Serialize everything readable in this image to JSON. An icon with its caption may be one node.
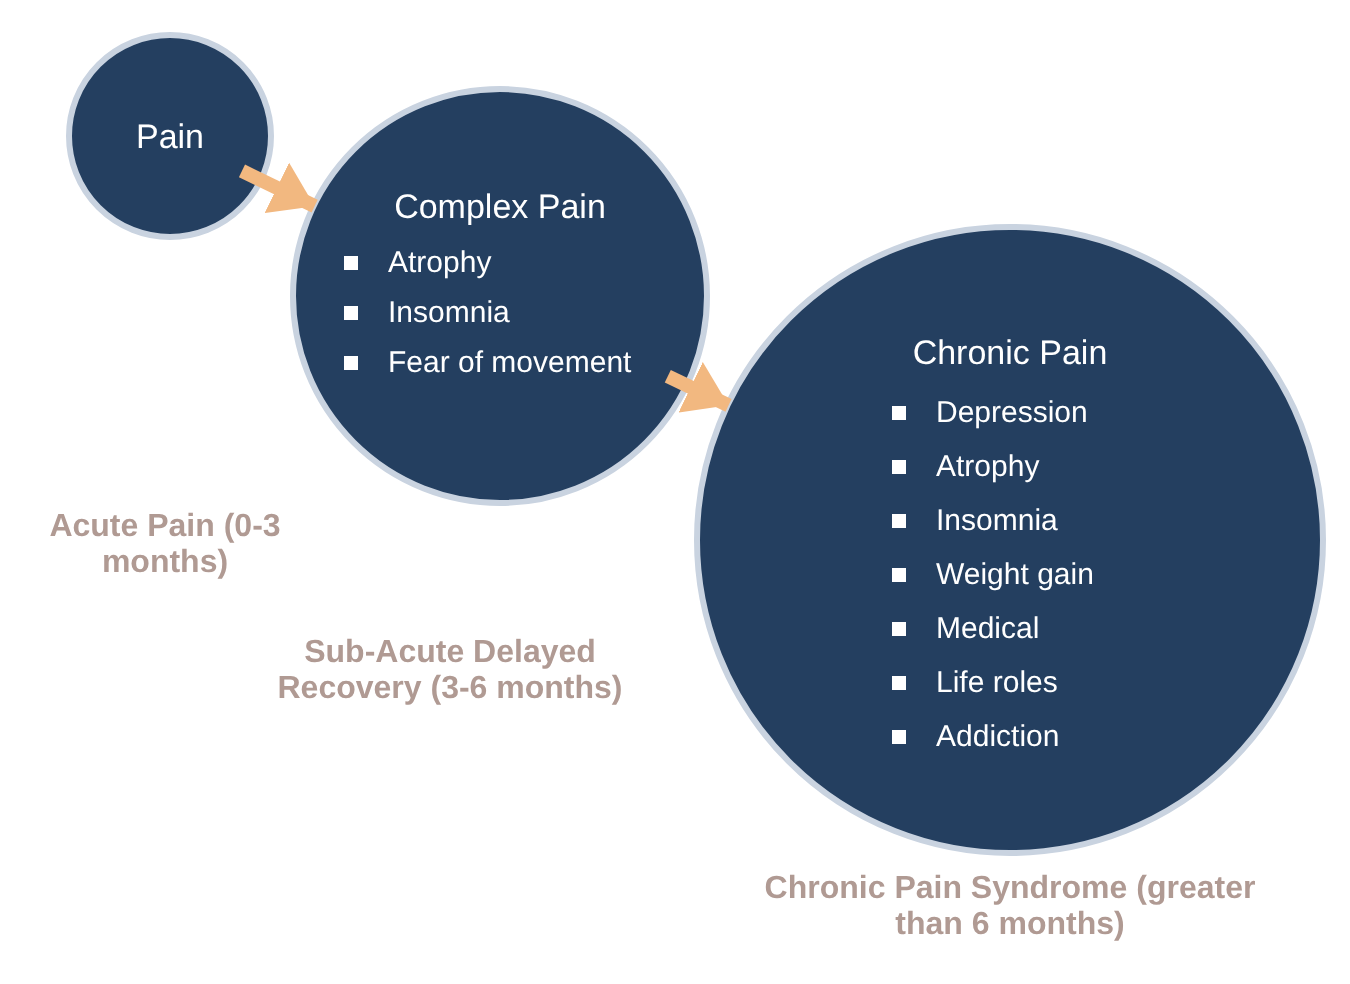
{
  "diagram": {
    "nodes": [
      {
        "text": [
          "Pain"
        ]
      },
      {
        "text": [
          "Complex Pain",
          "Atrophy",
          "Insomnia",
          "Fear of movement"
        ]
      },
      {
        "text": [
          "Chronic Pain",
          "Depression",
          "Atrophy",
          "Insomnia",
          "Weight gain",
          "Medical",
          "Life roles",
          "Addiction"
        ],
        "beside": [
          "Chronic Pain Syndrome (greater than 6 months)"
        ]
      }
    ],
    "edges": [
      {
        "from": 0,
        "to": 1,
        "arrow": "to"
      },
      {
        "from": 1,
        "to": 2,
        "arrow": "to"
      }
    ],
    "labels": [
      "Acute Pain (0-3 months)",
      "Sub-Acute Delayed Recovery (3-6 months)"
    ]
  }
}
